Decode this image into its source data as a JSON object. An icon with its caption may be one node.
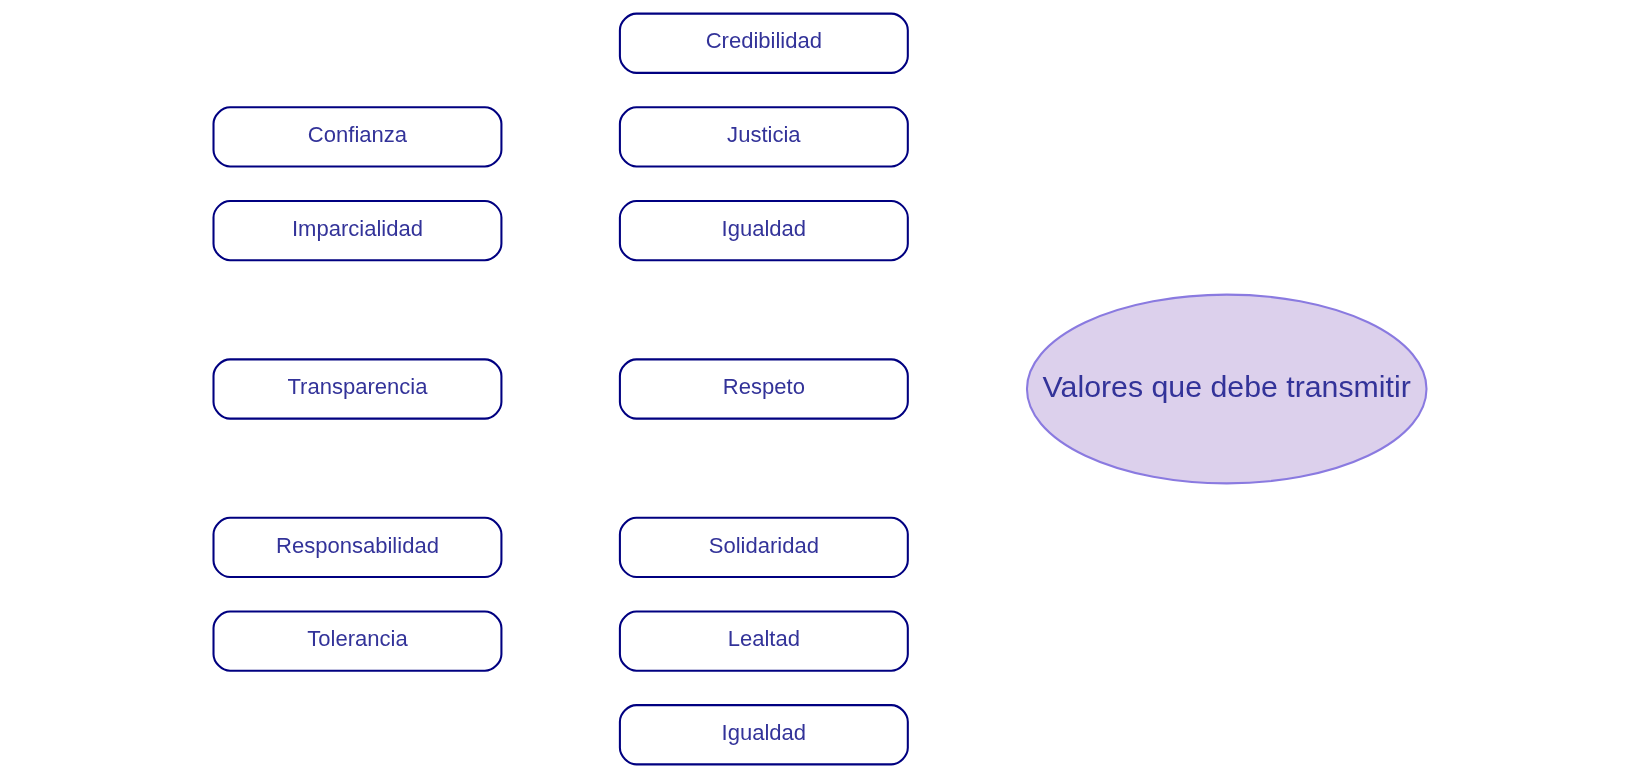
{
  "diagram": {
    "nodes": [
      {
        "text": [
          "Credibilidad"
        ]
      },
      {
        "text": [
          "Confianza"
        ]
      },
      {
        "text": [
          "Justicia"
        ]
      },
      {
        "text": [
          "Imparcialidad"
        ]
      },
      {
        "text": [
          "Igualdad"
        ]
      },
      {
        "text": [
          "Transparencia"
        ]
      },
      {
        "text": [
          "Valores que debe transmitir"
        ]
      },
      {
        "text": [
          "Respeto"
        ]
      },
      {
        "text": [
          "Responsabilidad"
        ]
      },
      {
        "text": [
          "Solidaridad"
        ]
      },
      {
        "text": [
          "Tolerancia"
        ]
      },
      {
        "text": [
          "Lealtad"
        ]
      },
      {
        "text": [
          "Igualdad"
        ]
      }
    ]
  }
}
